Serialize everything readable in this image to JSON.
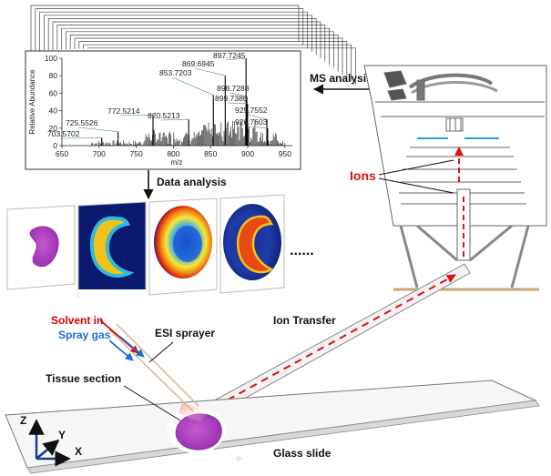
{
  "labels": {
    "ms_analysis": "MS analysis",
    "data_analysis": "Data analysis",
    "ions": "Ions",
    "ion_transfer": "Ion Transfer",
    "solvent_in": "Solvent in",
    "spray_gas": "Spray gas",
    "esi_sprayer": "ESI sprayer",
    "tissue_section": "Tissue section",
    "glass_slide": "Glass slide",
    "axis_z": "Z",
    "axis_y": "Y",
    "axis_x": "X",
    "more": "......"
  },
  "colors": {
    "ions_red": "#e01010",
    "solvent_red": "#d40000",
    "spray_blue": "#1a6fd6",
    "tissue_magenta": "#b43cc4",
    "instrument_line": "#666666"
  },
  "chart_data": {
    "type": "bar",
    "xlabel": "m/z",
    "ylabel": "Relative Abundance",
    "xlim": [
      650,
      960
    ],
    "ylim": [
      0,
      100
    ],
    "x_ticks": [
      650,
      700,
      750,
      800,
      850,
      900,
      950
    ],
    "y_ticks": [
      0,
      20,
      40,
      60,
      80,
      100
    ],
    "peaks": [
      {
        "mz": 703.5702,
        "value": 9,
        "label": "703.5702"
      },
      {
        "mz": 725.5526,
        "value": 16,
        "label": "725.5526"
      },
      {
        "mz": 772.5214,
        "value": 35,
        "label": "772.5214"
      },
      {
        "mz": 820.5213,
        "value": 30,
        "label": "820.5213"
      },
      {
        "mz": 853.7203,
        "value": 58,
        "label": "853.7203"
      },
      {
        "mz": 869.6945,
        "value": 80,
        "label": "869.6945"
      },
      {
        "mz": 897.7245,
        "value": 100,
        "label": "897.7245"
      },
      {
        "mz": 898.7288,
        "value": 56,
        "label": "898.7288"
      },
      {
        "mz": 899.7386,
        "value": 48,
        "label": "899.7386"
      },
      {
        "mz": 925.7552,
        "value": 30,
        "label": "925.7552"
      },
      {
        "mz": 926.7603,
        "value": 20,
        "label": "926.7603"
      }
    ]
  }
}
